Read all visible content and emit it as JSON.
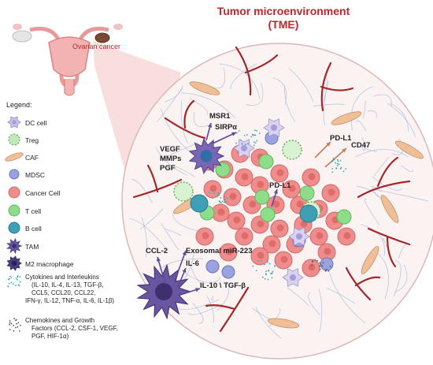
{
  "title_line1": "Tumor microenvironment",
  "title_line2": "(TME)",
  "uterus_label": "Ovarian cancer",
  "legend": {
    "heading": "Legend:",
    "items": [
      {
        "label": "DC cell",
        "icon": "dc-cell-icon",
        "color": "#c9c2ea"
      },
      {
        "label": "Treg",
        "icon": "treg-icon",
        "color": "#bfe9b8"
      },
      {
        "label": "CAF",
        "icon": "caf-icon",
        "color": "#efbf98"
      },
      {
        "label": "MDSC",
        "icon": "mdsc-icon",
        "color": "#9aa2df"
      },
      {
        "label": "Cancer Cell",
        "icon": "cancer-cell-icon",
        "color": "#ef8d8d"
      },
      {
        "label": "T cell",
        "icon": "t-cell-icon",
        "color": "#8fdc8a"
      },
      {
        "label": "B cell",
        "icon": "b-cell-icon",
        "color": "#3f9fb5"
      },
      {
        "label": "TAM",
        "icon": "tam-icon",
        "color": "#6a56a0"
      },
      {
        "label": "M2 macrophage",
        "icon": "m2-macrophage-icon",
        "color": "#4b3d86"
      }
    ],
    "cytokines": {
      "icon": "cytokine-dots-icon",
      "lines": [
        "Cytokines and Interleukins",
        "(IL-10, IL-4, IL-13, TGF-β,",
        "CCL5, CCL20, CCL22,",
        "IFN-γ, IL-12, TNF-α, IL-6, IL-1β)"
      ]
    },
    "chemokines": {
      "icon": "chemokine-dots-icon",
      "lines": [
        "Chemokines and Growth",
        "Factors (CCL-2, CSF-1, VEGF,",
        "PGF, HIF-1α)"
      ]
    }
  },
  "labels": {
    "msr1": "MSR1",
    "sirpa": "SIRPα",
    "vegf": "VEGF",
    "mmps": "MMPs",
    "pgf": "PGF",
    "pdl1_right": "PD-L1",
    "cd47": "CD47",
    "pdl1_center": "PD-L1",
    "ccl2": "CCL-2",
    "exosomal": "Exosomal miR-223",
    "il6": "IL-6",
    "il10": "IL-10 \\ TGF-β"
  },
  "colors": {
    "title": "#c0262c",
    "vessel": "#a4262a",
    "cancer": "#ef8d8d",
    "tcell": "#8fdc8a",
    "bcell": "#3f9fb5",
    "mdsc": "#9aa2df",
    "tam": "#6a56a0",
    "fiber": "#9fb3d9",
    "highlight": "#f3c5c2"
  }
}
